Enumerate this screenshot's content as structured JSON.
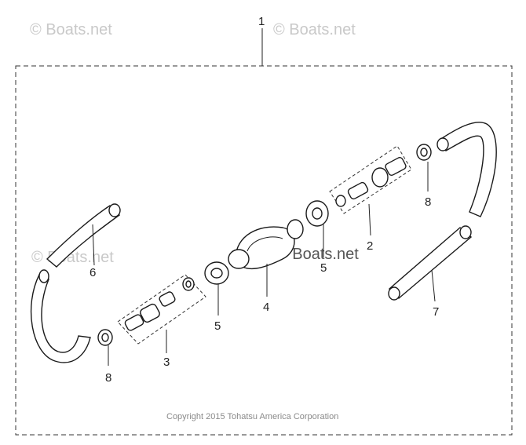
{
  "watermark": {
    "text": "© Boats.net"
  },
  "copyright": "Copyright 2015 Tohatsu America Corporation",
  "callouts": {
    "c1": "1",
    "c2": "2",
    "c3": "3",
    "c4": "4",
    "c5a": "5",
    "c5b": "5",
    "c6": "6",
    "c7": "7",
    "c8a": "8",
    "c8b": "8"
  }
}
